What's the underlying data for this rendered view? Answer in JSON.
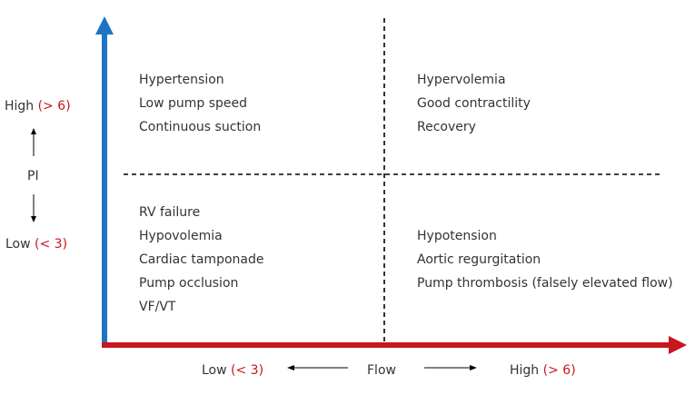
{
  "colors": {
    "y_axis": "#1f74c2",
    "x_axis": "#c8161d",
    "accent": "#c8161d",
    "text": "#333333"
  },
  "y_axis": {
    "high": {
      "text": "High",
      "qualifier": "(> 6)"
    },
    "name": "PI",
    "low": {
      "text": "Low",
      "qualifier": "(< 3)"
    }
  },
  "x_axis": {
    "low": {
      "text": "Low",
      "qualifier": "(< 3)"
    },
    "name": "Flow",
    "high": {
      "text": "High",
      "qualifier": "(> 6)"
    }
  },
  "quadrants": {
    "top_left": [
      "Hypertension",
      "Low pump speed",
      "Continuous suction"
    ],
    "top_right": [
      "Hypervolemia",
      "Good contractility",
      "Recovery"
    ],
    "bottom_left": [
      "RV failure",
      "Hypovolemia",
      "Cardiac tamponade",
      "Pump occlusion",
      "VF/VT"
    ],
    "bottom_right": [
      "Hypotension",
      "Aortic regurgitation",
      "Pump thrombosis (falsely elevated flow)"
    ]
  }
}
